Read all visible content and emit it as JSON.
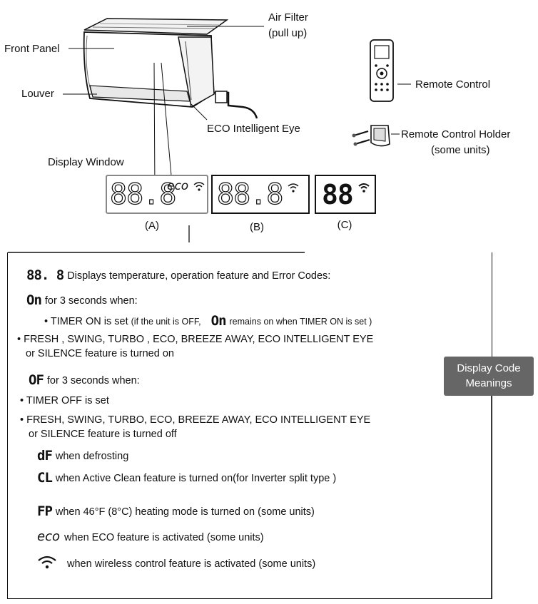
{
  "labels": {
    "air_filter": "Air Filter",
    "air_filter_note": "(pull up)",
    "front_panel": "Front Panel",
    "louver": "Louver",
    "eco_eye": "ECO Intelligent Eye",
    "display_window": "Display Window",
    "remote_control": "Remote Control",
    "remote_holder": "Remote Control Holder",
    "remote_holder_note": "(some units)"
  },
  "display_panels": [
    {
      "id": "(A)",
      "digits": "88.8",
      "eco": "eco"
    },
    {
      "id": "(B)",
      "digits": "88.8"
    },
    {
      "id": "(C)",
      "digits": "88"
    }
  ],
  "badge": {
    "line1": "Display Code",
    "line2": "Meanings"
  },
  "codes": {
    "c888": "88. 8",
    "on": "On",
    "of": "OF",
    "df": "dF",
    "cl": "CL",
    "fp": "FP",
    "eco": "eco"
  },
  "lines": {
    "l1": "Displays  temperature, operation feature and Error Codes:",
    "l2": "for 3 seconds when:",
    "l3a": "• TIMER ON is set",
    "l3b": "(if the unit is OFF,",
    "l3c": "remains on when TIMER ON is set )",
    "l4": "• FRESH , SWING, TURBO , ECO, BREEZE AWAY, ECO INTELLIGENT EYE",
    "l5": "or SILENCE feature is turned on",
    "l6": "for 3 seconds when:",
    "l7": "• TIMER OFF is set",
    "l8": "• FRESH, SWING, TURBO, ECO, BREEZE AWAY, ECO INTELLIGENT EYE",
    "l9": "or SILENCE feature is turned off",
    "l10": "when defrosting",
    "l11": "when Active Clean feature is turned on(for Inverter split type )",
    "l12": "when 46°F (8°C) heating mode is turned on (some units)",
    "l13": "when ECO feature is activated (some units)",
    "l14": "when wireless control feature is activated (some units)"
  }
}
